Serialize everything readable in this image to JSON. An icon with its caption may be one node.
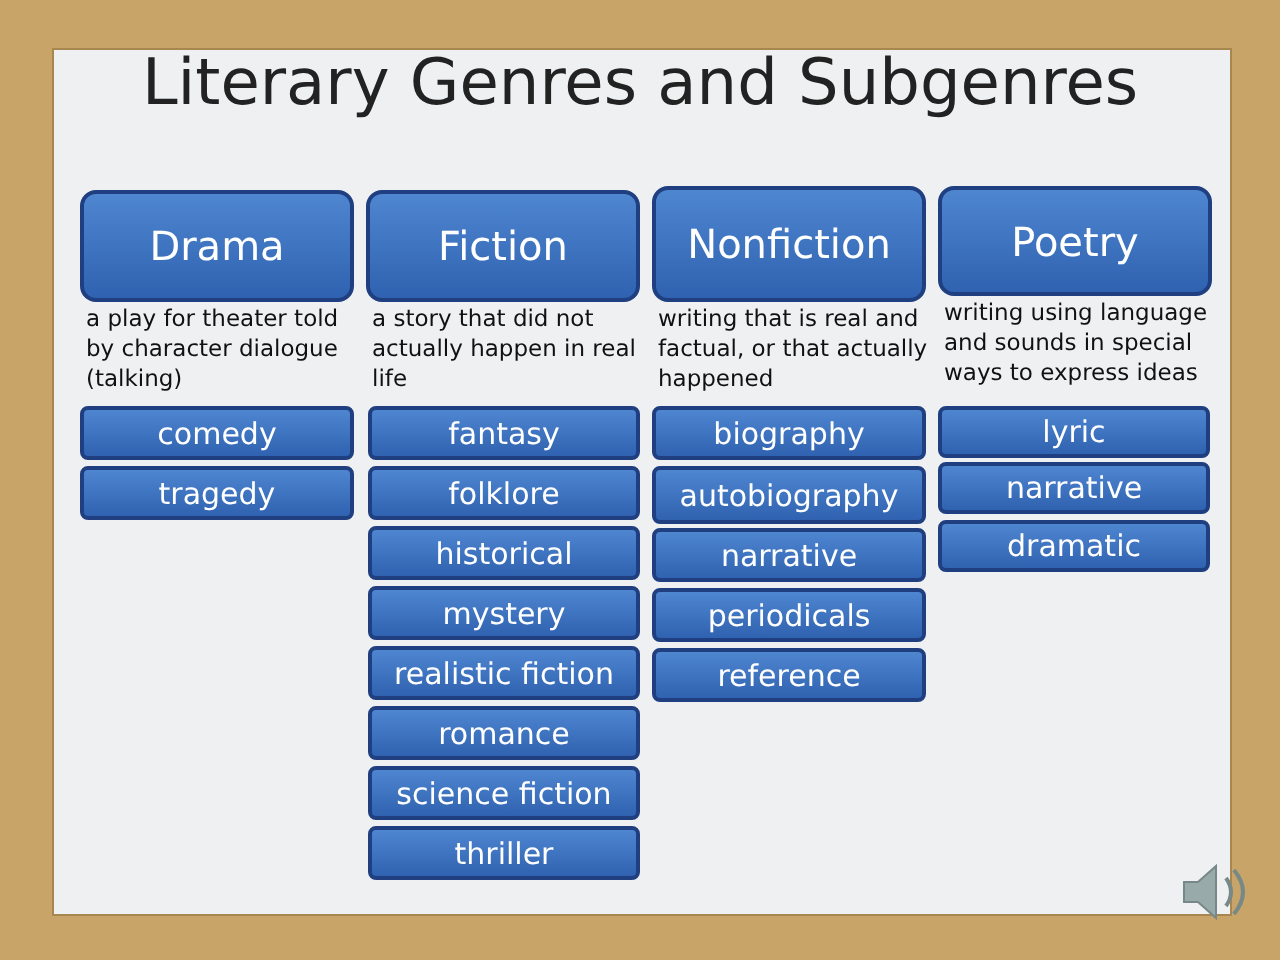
{
  "diagram": {
    "title": "Literary Genres and Subgenres",
    "nodes": [
      {
        "text": [
          "Drama"
        ],
        "beside": [
          "a play for theater told by character dialogue (talking)"
        ]
      },
      {
        "text": [
          "comedy"
        ]
      },
      {
        "text": [
          "tragedy"
        ]
      },
      {
        "text": [
          "Fiction"
        ],
        "beside": [
          "a story that did not actually happen in real life"
        ]
      },
      {
        "text": [
          "fantasy"
        ]
      },
      {
        "text": [
          "folklore"
        ]
      },
      {
        "text": [
          "historical"
        ]
      },
      {
        "text": [
          "mystery"
        ]
      },
      {
        "text": [
          "realistic fiction"
        ]
      },
      {
        "text": [
          "romance"
        ]
      },
      {
        "text": [
          "science fiction"
        ]
      },
      {
        "text": [
          "thriller"
        ]
      },
      {
        "text": [
          "Nonfiction"
        ],
        "beside": [
          "writing that is real and factual, or that actually happened"
        ]
      },
      {
        "text": [
          "biography"
        ]
      },
      {
        "text": [
          "autobiography"
        ]
      },
      {
        "text": [
          "narrative"
        ]
      },
      {
        "text": [
          "periodicals"
        ]
      },
      {
        "text": [
          "reference"
        ]
      },
      {
        "text": [
          "Poetry"
        ],
        "beside": [
          "writing using language and sounds in special ways to express ideas"
        ]
      },
      {
        "text": [
          "lyric"
        ]
      },
      {
        "text": [
          "narrative"
        ]
      },
      {
        "text": [
          "dramatic"
        ]
      }
    ]
  }
}
